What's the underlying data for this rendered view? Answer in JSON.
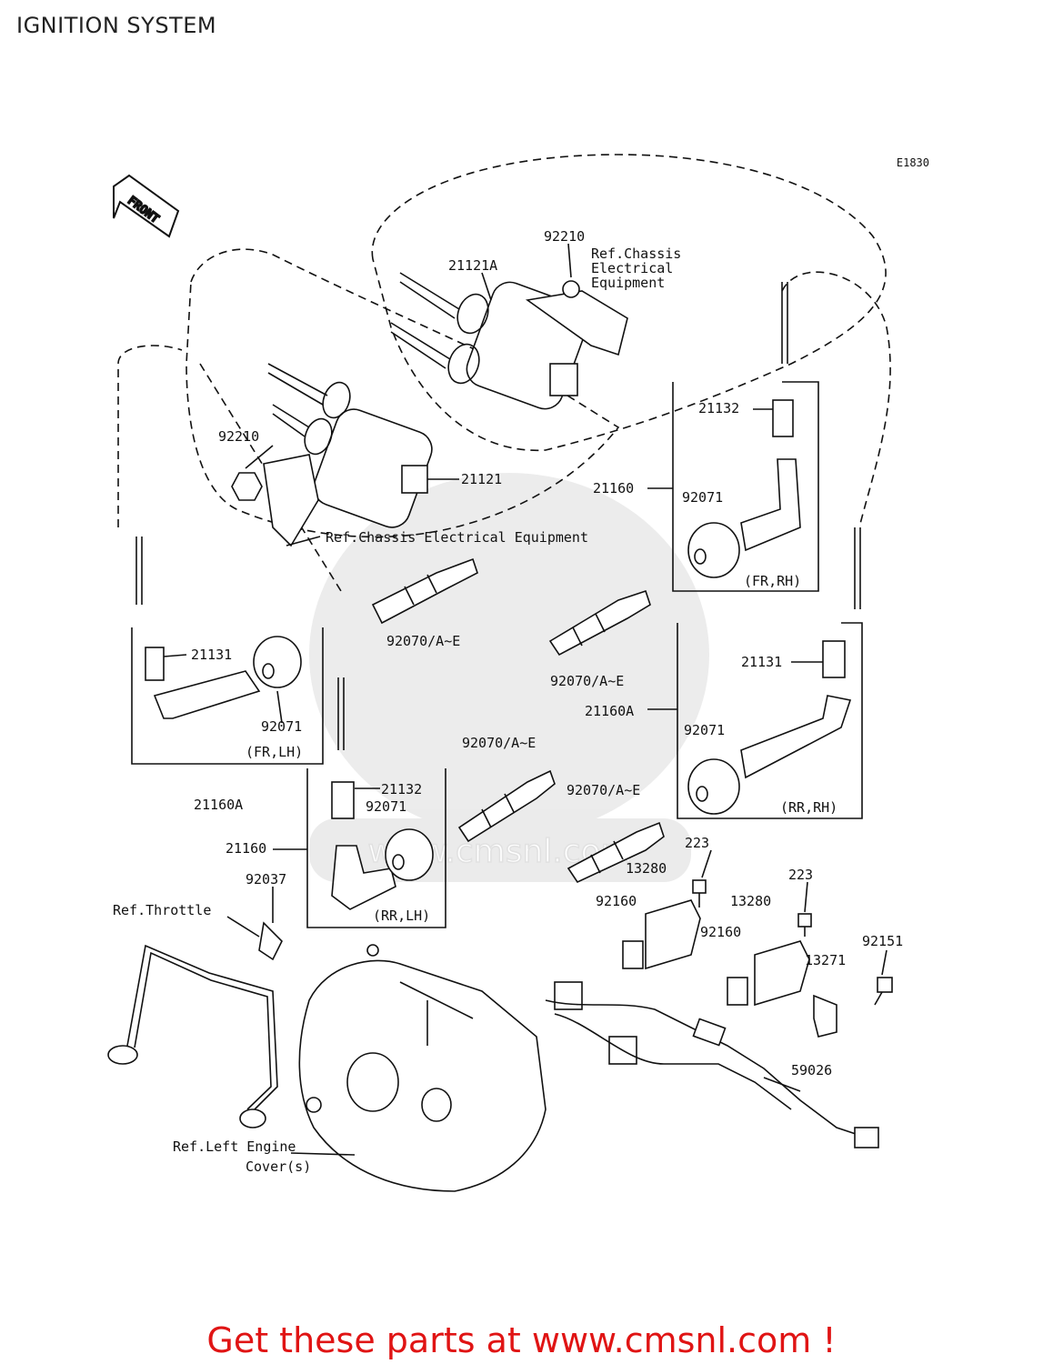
{
  "page": {
    "title": "IGNITION SYSTEM"
  },
  "diagram": {
    "code": "E1830",
    "front_label": "FRONT",
    "watermark": "www.cmsnl.com",
    "labels": [
      {
        "id": "lbl-92210-top",
        "text": "92210"
      },
      {
        "id": "lbl-ref-chassis-1",
        "text": "Ref.Chassis"
      },
      {
        "id": "lbl-ref-chassis-2",
        "text": "Electrical"
      },
      {
        "id": "lbl-ref-chassis-3",
        "text": "Equipment"
      },
      {
        "id": "lbl-21121a",
        "text": "21121A"
      },
      {
        "id": "lbl-92210-left",
        "text": "92210"
      },
      {
        "id": "lbl-21121",
        "text": "21121"
      },
      {
        "id": "lbl-ref-chassis-long",
        "text": "Ref.Chassis Electrical Equipment"
      },
      {
        "id": "lbl-21132-top",
        "text": "21132"
      },
      {
        "id": "lbl-21160-top",
        "text": "21160"
      },
      {
        "id": "lbl-92071-fr-rh",
        "text": "92071"
      },
      {
        "id": "lbl-fr-rh",
        "text": "(FR,RH)"
      },
      {
        "id": "lbl-21131-left",
        "text": "21131"
      },
      {
        "id": "lbl-92070-1",
        "text": "92070/A~E"
      },
      {
        "id": "lbl-92070-2",
        "text": "92070/A~E"
      },
      {
        "id": "lbl-92071-fr-lh",
        "text": "92071"
      },
      {
        "id": "lbl-fr-lh",
        "text": "(FR,LH)"
      },
      {
        "id": "lbl-21160a-left",
        "text": "21160A"
      },
      {
        "id": "lbl-21131-right",
        "text": "21131"
      },
      {
        "id": "lbl-21160a-right",
        "text": "21160A"
      },
      {
        "id": "lbl-92071-rr-rh",
        "text": "92071"
      },
      {
        "id": "lbl-rr-rh",
        "text": "(RR,RH)"
      },
      {
        "id": "lbl-92070-3",
        "text": "92070/A~E"
      },
      {
        "id": "lbl-92070-4",
        "text": "92070/A~E"
      },
      {
        "id": "lbl-21132-bottom",
        "text": "21132"
      },
      {
        "id": "lbl-92071-rr-lh",
        "text": "92071"
      },
      {
        "id": "lbl-21160-bottom",
        "text": "21160"
      },
      {
        "id": "lbl-rr-lh",
        "text": "(RR,LH)"
      },
      {
        "id": "lbl-92037",
        "text": "92037"
      },
      {
        "id": "lbl-ref-throttle",
        "text": "Ref.Throttle"
      },
      {
        "id": "lbl-223-a",
        "text": "223"
      },
      {
        "id": "lbl-13280-a",
        "text": "13280"
      },
      {
        "id": "lbl-92160-a",
        "text": "92160"
      },
      {
        "id": "lbl-223-b",
        "text": "223"
      },
      {
        "id": "lbl-13280-b",
        "text": "13280"
      },
      {
        "id": "lbl-92160-b",
        "text": "92160"
      },
      {
        "id": "lbl-92151",
        "text": "92151"
      },
      {
        "id": "lbl-13271",
        "text": "13271"
      },
      {
        "id": "lbl-59026",
        "text": "59026"
      },
      {
        "id": "lbl-ref-left-engine-1",
        "text": "Ref.Left Engine"
      },
      {
        "id": "lbl-ref-left-engine-2",
        "text": "Cover(s)"
      }
    ]
  },
  "footer": {
    "cta": "Get these parts at www.cmsnl.com !"
  }
}
